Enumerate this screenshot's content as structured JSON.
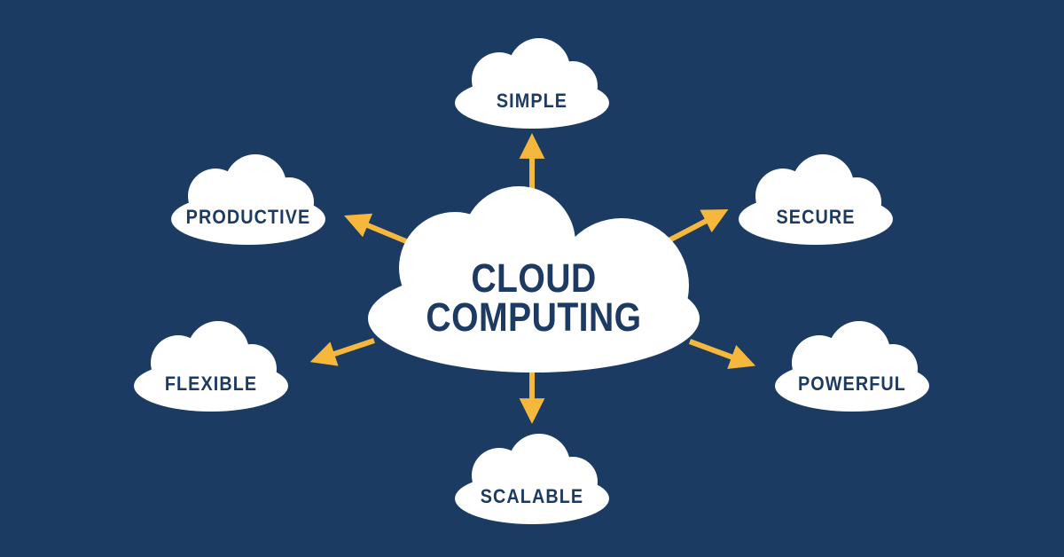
{
  "colors": {
    "background": "#1c3b63",
    "cloud": "#ffffff",
    "arrow": "#f5b83c",
    "text": "#1c3a62"
  },
  "diagram": {
    "type": "hub-and-spoke",
    "center": {
      "line1": "CLOUD",
      "line2": "COMPUTING"
    },
    "satellites": [
      {
        "id": "simple",
        "label": "SIMPLE",
        "position": "top"
      },
      {
        "id": "secure",
        "label": "SECURE",
        "position": "top-right"
      },
      {
        "id": "powerful",
        "label": "POWERFUL",
        "position": "bottom-right"
      },
      {
        "id": "scalable",
        "label": "SCALABLE",
        "position": "bottom"
      },
      {
        "id": "flexible",
        "label": "FLEXIBLE",
        "position": "bottom-left"
      },
      {
        "id": "productive",
        "label": "PRODUCTIVE",
        "position": "top-left"
      }
    ],
    "arrows": [
      {
        "from": "center",
        "to": "simple",
        "direction": "up"
      },
      {
        "from": "center",
        "to": "secure",
        "direction": "up-right"
      },
      {
        "from": "center",
        "to": "powerful",
        "direction": "down-right"
      },
      {
        "from": "center",
        "to": "scalable",
        "direction": "down"
      },
      {
        "from": "center",
        "to": "flexible",
        "direction": "down-left"
      },
      {
        "from": "center",
        "to": "productive",
        "direction": "up-left"
      }
    ]
  }
}
